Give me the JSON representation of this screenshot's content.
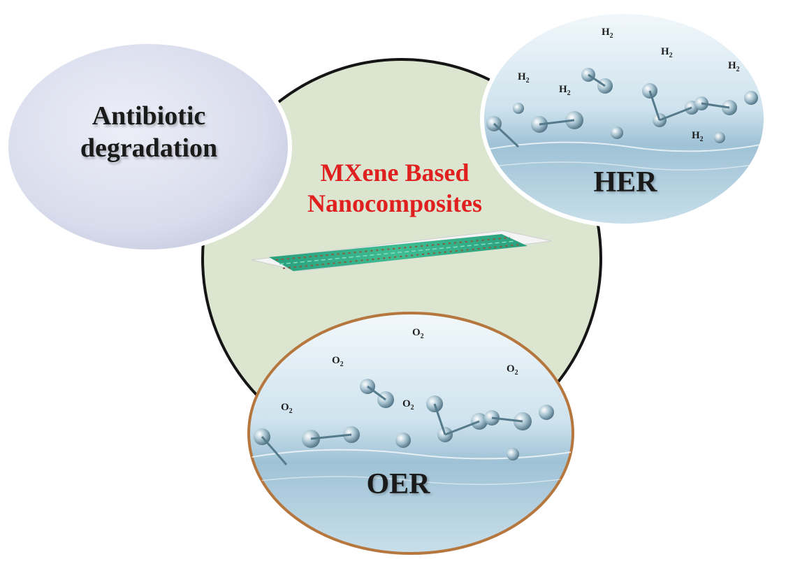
{
  "diagram": {
    "center": {
      "title_line1": "MXene Based",
      "title_line2": "Nanocomposites"
    },
    "nodes": {
      "antibiotic": {
        "line1": "Antibiotic",
        "line2": "degradation"
      },
      "her": {
        "label": "HER",
        "gas": "H",
        "subscript": "2"
      },
      "oer": {
        "label": "OER",
        "gas": "O",
        "subscript": "2"
      }
    },
    "colors": {
      "center_fill": "#dbe5cf",
      "antibiotic_fill": "#d8dcec",
      "oer_border": "#b6773f",
      "title_red": "#e01f1f",
      "sheet_green": "#2aa880"
    }
  }
}
